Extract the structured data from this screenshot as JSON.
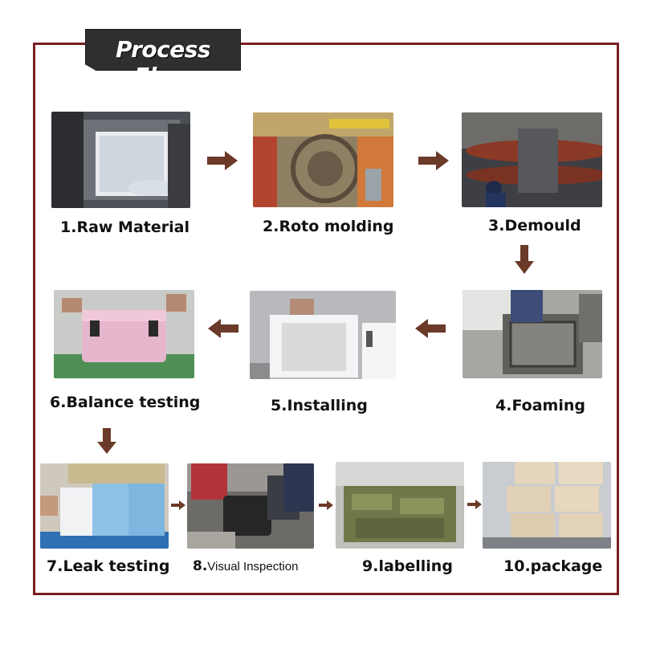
{
  "title": "Process Flow",
  "colors": {
    "frame": "#7a1f22",
    "arrow": "#6b3a28",
    "title_bg": "#2f2f2f"
  },
  "steps": [
    {
      "label": "1.Raw Material"
    },
    {
      "label": "2.Roto molding"
    },
    {
      "label": "3.Demould"
    },
    {
      "label": "4.Foaming"
    },
    {
      "label": "5.Installing"
    },
    {
      "label": "6.Balance testing"
    },
    {
      "label": "7.Leak testing"
    },
    {
      "num": "8.",
      "text": "Visual Inspection"
    },
    {
      "label": "9.labelling"
    },
    {
      "label": "10.package"
    }
  ]
}
